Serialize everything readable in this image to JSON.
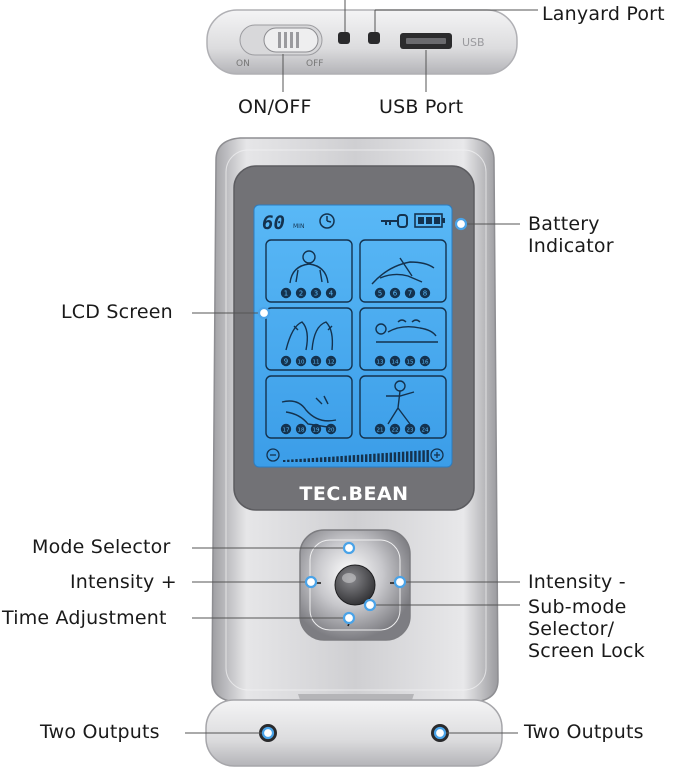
{
  "top_view": {
    "switch_on": "ON",
    "switch_off": "OFF",
    "usb_text": "USB"
  },
  "callouts": {
    "lanyard_port": "Lanyard Port",
    "on_off": "ON/OFF",
    "usb_port": "USB Port",
    "battery_line1": "Battery",
    "battery_line2": "Indicator",
    "lcd_screen": "LCD Screen",
    "mode_selector": "Mode Selector",
    "intensity_plus": "Intensity +",
    "time_adjustment": "Time Adjustment",
    "intensity_minus": "Intensity -",
    "submode_line1": "Sub-mode",
    "submode_line2": "Selector/",
    "submode_line3": "Screen Lock",
    "two_outputs_left": "Two Outputs",
    "two_outputs_right": "Two Outputs"
  },
  "device": {
    "brand": "TEC.BEAN",
    "lcd": {
      "timer_value": "60",
      "timer_unit": "MIN",
      "minus_symbol": "−",
      "plus_symbol": "+",
      "cells": [
        {
          "name": "neck-shoulder",
          "numbers": [
            "1",
            "2",
            "3",
            "4"
          ]
        },
        {
          "name": "hand-arm",
          "numbers": [
            "5",
            "6",
            "7",
            "8"
          ]
        },
        {
          "name": "knees",
          "numbers": [
            "9",
            "10",
            "11",
            "12"
          ]
        },
        {
          "name": "back-lying",
          "numbers": [
            "13",
            "14",
            "15",
            "16"
          ]
        },
        {
          "name": "leg-foot",
          "numbers": [
            "17",
            "18",
            "19",
            "20"
          ]
        },
        {
          "name": "full-body",
          "numbers": [
            "21",
            "22",
            "23",
            "24"
          ]
        }
      ]
    }
  },
  "colors": {
    "lcd_blue": "#3fa6f0",
    "silver": "#c9c9cb",
    "accent_dot": "#4aa3e8"
  }
}
